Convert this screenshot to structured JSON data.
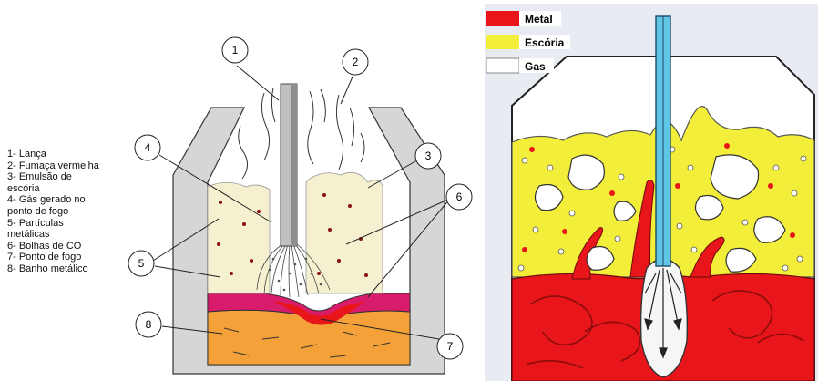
{
  "legend": [
    "1- Lança",
    "2- Fumaça vermelha",
    "3- Emulsão de",
    "escória",
    "4- Gás gerado no",
    "ponto de fogo",
    "5- Partículas",
    "metálicas",
    "6- Bolhas de CO",
    "7- Ponto de fogo",
    "8- Banho metálico"
  ],
  "callouts": [
    "1",
    "2",
    "3",
    "4",
    "5",
    "6",
    "7",
    "8"
  ],
  "key": [
    {
      "label": "Metal",
      "color": "#e8161a"
    },
    {
      "label": "Escória",
      "color": "#f2ee3a"
    },
    {
      "label": "Gas",
      "color": "#ffffff"
    }
  ],
  "colors": {
    "slag_light": "#f5f0cf",
    "bath_orange": "#f5a13a",
    "pink_layer": "#d81b6a",
    "lance_blue": "#5fc6e6",
    "panel_bg": "#e8ebf2"
  }
}
